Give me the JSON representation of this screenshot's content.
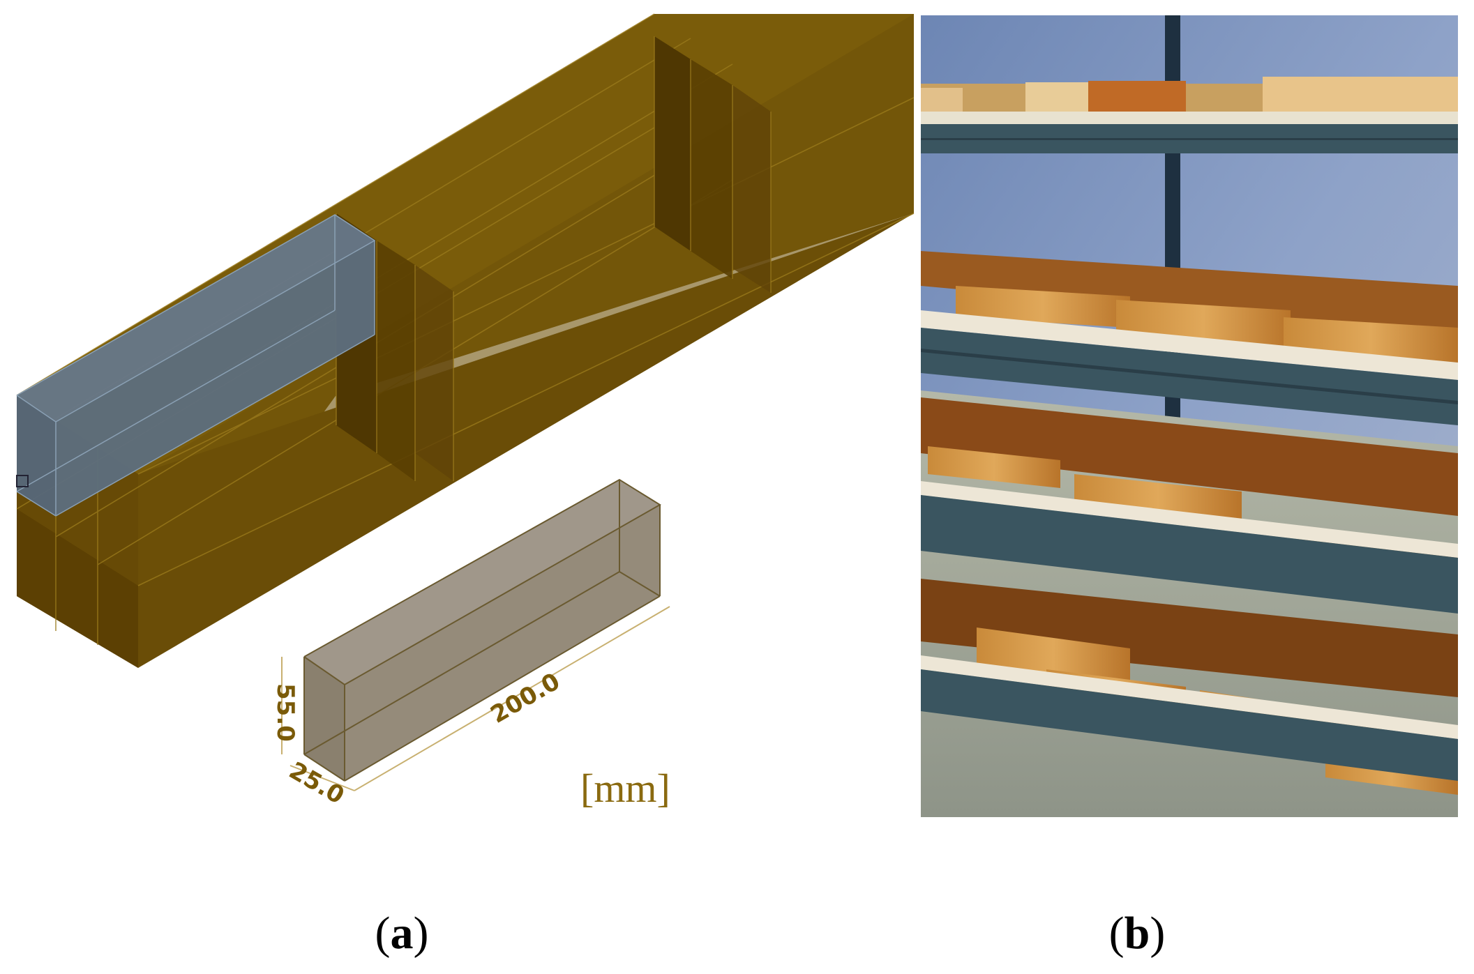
{
  "panel_a": {
    "specimen": {
      "height_label": "55.0",
      "length_label": "200.0",
      "width_label": "25.0"
    },
    "unit_label": "[mm]",
    "caption": {
      "open": "(",
      "letter": "a",
      "close": ")"
    }
  },
  "panel_b": {
    "caption": {
      "open": "(",
      "letter": "b",
      "close": ")"
    }
  },
  "colors": {
    "timber_dark": "#5a3f02",
    "timber": "#6e5208",
    "timber_light": "#7a5c0a",
    "specimen_cut": "#5e6e78",
    "specimen_grey": "#9a9080",
    "shelf_frame": "#3a5560",
    "wall": "#7890b8"
  }
}
